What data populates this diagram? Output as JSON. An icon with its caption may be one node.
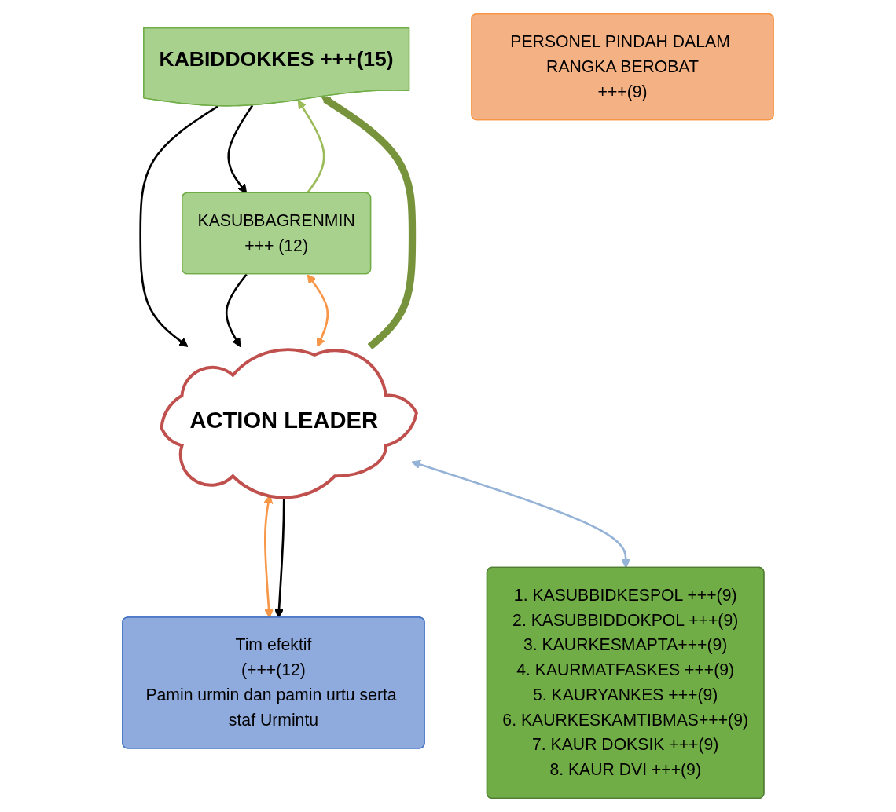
{
  "diagram": {
    "nodes": [
      {
        "text": [
          "KABIDDOKKES +++(15)"
        ]
      },
      {
        "text": [
          "KASUBBAGRENMIN",
          "+++ (12)"
        ]
      },
      {
        "text": [
          "ACTION LEADER"
        ]
      },
      {
        "text": [
          "Tim efektif",
          "(+++(12)",
          "Pamin urmin dan pamin urtu serta staf Urmintu"
        ]
      },
      {
        "text": [
          "PERSONEL PINDAH DALAM RANGKA BEROBAT",
          "+++(9)"
        ]
      },
      {
        "text": [
          "1. KASUBBIDKESPOL +++(9)",
          "2. KASUBBIDDOKPOL +++(9)",
          "3. KAURKESMAPTA+++(9)",
          "4. KAURMATFASKES +++(9)",
          "5. KAURYANKES +++(9)",
          "6. KAURKESKAMTIBMAS+++(9)",
          "7. KAUR DOKSIK +++(9)",
          "8. KAUR DVI +++(9)"
        ]
      }
    ],
    "edges": [
      {
        "from": 0,
        "to": 1,
        "arrow": "to"
      },
      {
        "from": 1,
        "to": 0,
        "arrow": "to",
        "color": "#9bbb59"
      },
      {
        "from": 0,
        "to": 2,
        "arrow": "to"
      },
      {
        "from": 2,
        "to": 0,
        "arrow": "to",
        "style": "thick",
        "color": "#77933c"
      },
      {
        "from": 1,
        "to": 2,
        "arrow": "to"
      },
      {
        "from": 1,
        "to": 2,
        "arrow": "both",
        "color": "#f79646"
      },
      {
        "from": 2,
        "to": 3,
        "arrow": "both",
        "color": "#f79646"
      },
      {
        "from": 2,
        "to": 3,
        "arrow": "to"
      },
      {
        "from": 2,
        "to": 5,
        "arrow": "both",
        "color": "#95b3d7"
      }
    ]
  }
}
